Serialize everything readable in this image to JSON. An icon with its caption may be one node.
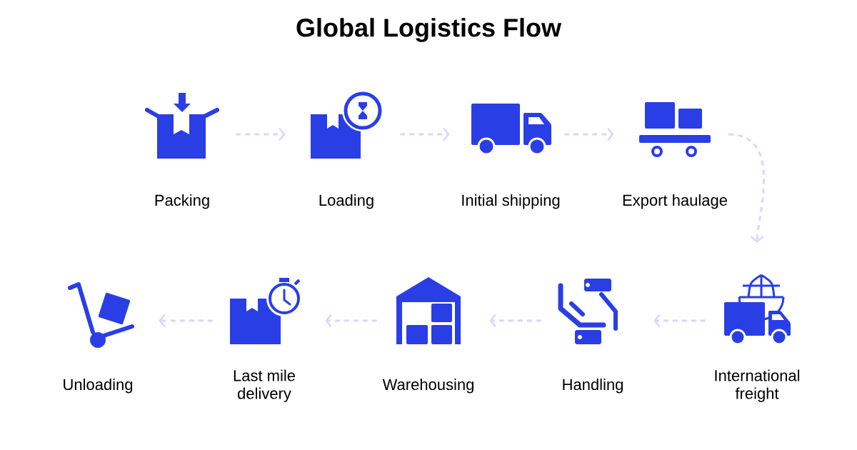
{
  "diagram": {
    "title": "Global Logistics Flow",
    "nodes": [
      {
        "text": [
          "Packing"
        ]
      },
      {
        "text": [
          "Loading"
        ]
      },
      {
        "text": [
          "Initial shipping"
        ]
      },
      {
        "text": [
          "Export haulage"
        ]
      },
      {
        "text": [
          "International freight"
        ]
      },
      {
        "text": [
          "Handling"
        ]
      },
      {
        "text": [
          "Warehousing"
        ]
      },
      {
        "text": [
          "Last mile delivery"
        ]
      },
      {
        "text": [
          "Unloading"
        ]
      }
    ],
    "edges": [
      {
        "from": 0,
        "to": 1,
        "arrow": "to"
      },
      {
        "from": 1,
        "to": 2,
        "arrow": "to"
      },
      {
        "from": 2,
        "to": 3,
        "arrow": "to"
      },
      {
        "from": 3,
        "to": 4,
        "arrow": "to"
      },
      {
        "from": 4,
        "to": 5,
        "arrow": "to"
      },
      {
        "from": 5,
        "to": 6,
        "arrow": "to"
      },
      {
        "from": 6,
        "to": 7,
        "arrow": "to"
      },
      {
        "from": 7,
        "to": 8,
        "arrow": "to"
      }
    ]
  }
}
